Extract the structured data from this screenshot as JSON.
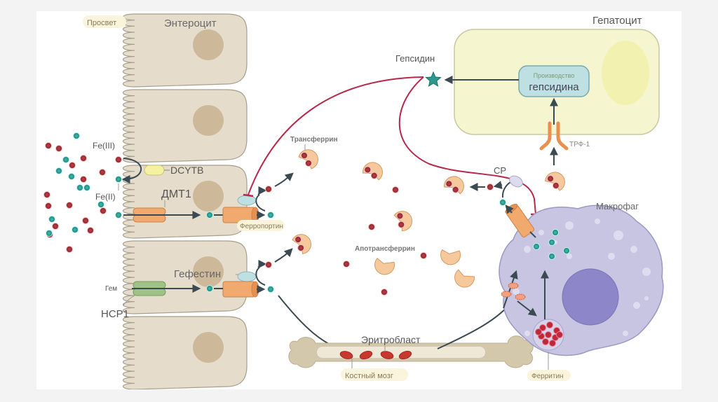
{
  "labels": {
    "lumen": "Просвет",
    "enterocyte": "Энтероцит",
    "fe3": "Fe(III)",
    "fe2": "Fe(II)",
    "dcytb": "DCYTB",
    "dmt1": "ДМТ1",
    "ferroportin": "Ферропортин",
    "transferrin": "Трансферрин",
    "hephaestin": "Гефестин",
    "heme": "Гем",
    "hcp1": "HCP1",
    "hepcidin": "Гепсидин",
    "hepatocyte": "Гепатоцит",
    "hepcidin_production_line1": "Производство",
    "hepcidin_production_line2": "гепсидина",
    "tfr1": "ТРФ-1",
    "cp": "CP",
    "macrophage": "Макрофаг",
    "apotransferrin": "Апотрансферрин",
    "erythroblast": "Эритробласт",
    "bone_marrow": "Костный мозг",
    "ferritin": "Ферритин"
  },
  "colors": {
    "fe3": "#b8323a",
    "fe2": "#2aa79b",
    "enterocyte_fill": "#e5dccb",
    "enterocyte_stroke": "#a79e8c",
    "nucleus": "#cdb99a",
    "hepatocyte_fill": "#f5f5cf",
    "macrophage_fill": "#c8c5e3",
    "macrophage_nucleus": "#8d86c9",
    "transporter": "#f2a96e",
    "hcp1": "#9fc287",
    "dcytb": "#f4f1a0",
    "hephaestin": "#bfe0e2",
    "transferrin": "#f6c99c",
    "hepcidin_line": "#b8284a",
    "arrow": "#3b4a52",
    "bone": "#d4c8ac",
    "erythrocyte": "#c9372e"
  }
}
